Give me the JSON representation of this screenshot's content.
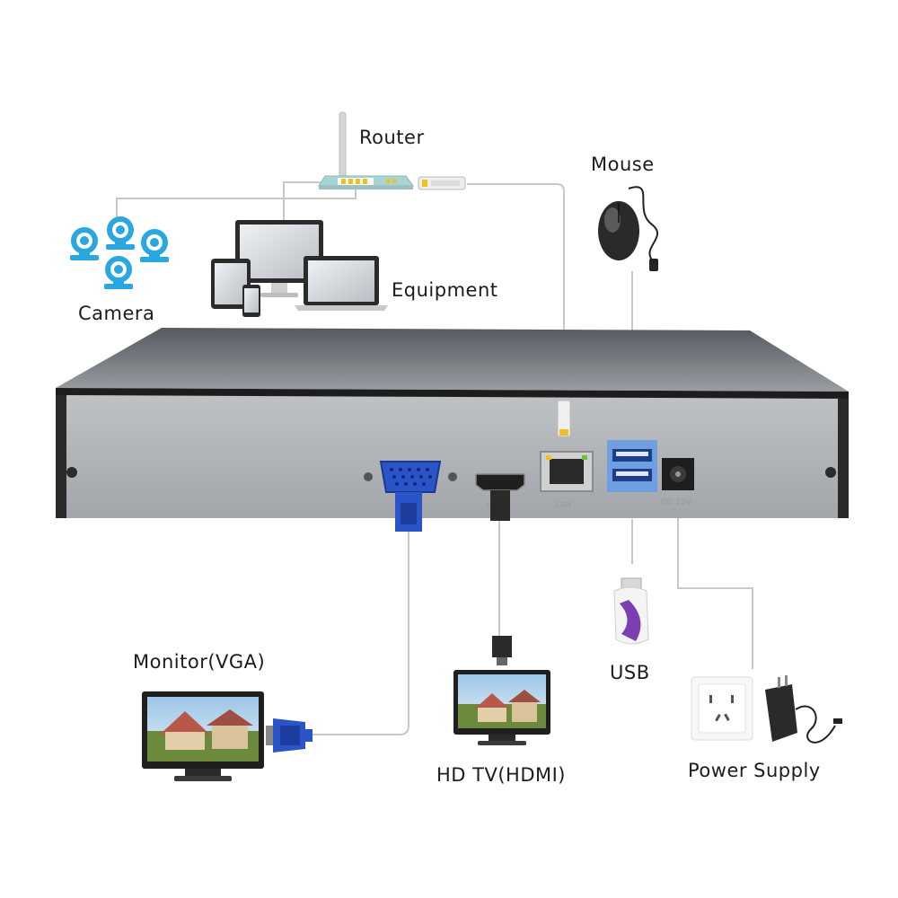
{
  "labels": {
    "router": "Router",
    "mouse": "Mouse",
    "equipment": "Equipment",
    "camera": "Camera",
    "monitor_vga": "Monitor(VGA)",
    "hd_tv": "HD TV(HDMI)",
    "usb": "USB",
    "power_supply": "Power Supply"
  },
  "ports": {
    "hdmi": "HDMI",
    "lan": "LAN",
    "dc": "DC 12V"
  },
  "colors": {
    "vga_blue": "#2a54c8",
    "usb_blue": "#6f9fe0",
    "camera_blue": "#2aa6e0",
    "router_teal": "#a9d4d4",
    "port_yellow": "#f0c020",
    "usb_stick_purple": "#7b3fb2"
  },
  "icons": [
    "router-icon",
    "mouse-icon",
    "camera-icon",
    "monitor-icon",
    "tablet-icon",
    "phone-icon",
    "laptop-icon",
    "usb-stick-icon",
    "wall-outlet-icon",
    "power-adapter-icon",
    "vga-plug-icon",
    "hdmi-plug-icon",
    "lan-plug-icon"
  ]
}
